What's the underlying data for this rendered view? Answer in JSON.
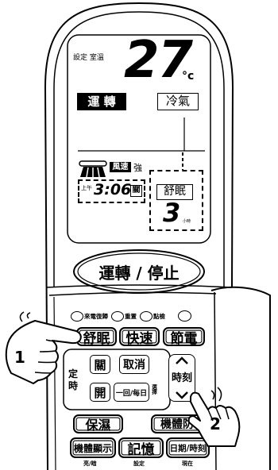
{
  "lcd": {
    "set_label": "設定 室溫",
    "temperature": "27",
    "unit": "°c",
    "operation": "運 轉",
    "mode": "冷氣",
    "fan_label": "風速",
    "fan_level": "強",
    "timer_ampm": "上午",
    "timer_time": "3:06",
    "timer_type": "關",
    "sleep_label": "舒眠",
    "sleep_hours": "3",
    "sleep_unit": "小時"
  },
  "power_button": "運轉 / 停止",
  "small_buttons": {
    "recall": "來電復歸",
    "reset": "重置",
    "check": "點檢"
  },
  "function_buttons": {
    "sleep": "舒眠",
    "fast": "快速",
    "save": "節電"
  },
  "timer": {
    "label_top": "定",
    "label_bottom": "時",
    "off": "關",
    "cancel": "取消",
    "on": "開",
    "once_daily": "一回/每日",
    "select": "選擇",
    "time": "時刻"
  },
  "second_row": {
    "humidify": "保濕",
    "mold": "機體防霉"
  },
  "bottom_row": {
    "display": "機體顯示",
    "display_sub": "亮/暗",
    "memory": "記憶",
    "memory_sub": "設定",
    "clock": "日期/時刻",
    "clock_sub": "現在"
  },
  "steps": {
    "one": "1",
    "two": "2"
  },
  "icons": {
    "up": "chevron-up-icon",
    "down": "chevron-down-icon",
    "fan": "fan-speed-icon",
    "hand": "pointing-hand-icon"
  }
}
